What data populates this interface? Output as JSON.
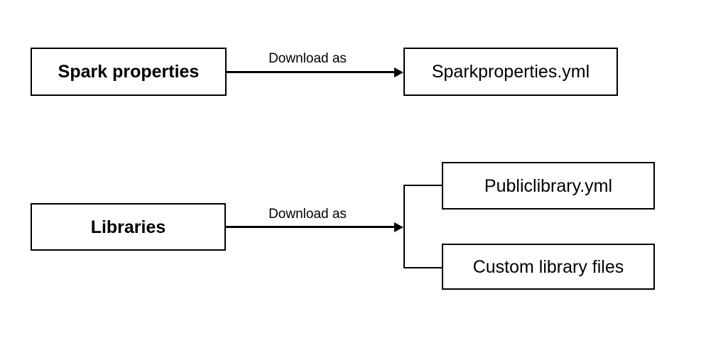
{
  "diagram": {
    "nodes": {
      "spark_properties": "Spark properties",
      "sparkproperties_yml": "Sparkproperties.yml",
      "libraries": "Libraries",
      "publiclibrary_yml": "Publiclibrary.yml",
      "custom_library_files": "Custom library files"
    },
    "edge_labels": {
      "spark_download": "Download as",
      "libraries_download": "Download as"
    },
    "colors": {
      "stroke": "#000000",
      "background": "#ffffff",
      "text": "#000000"
    }
  }
}
